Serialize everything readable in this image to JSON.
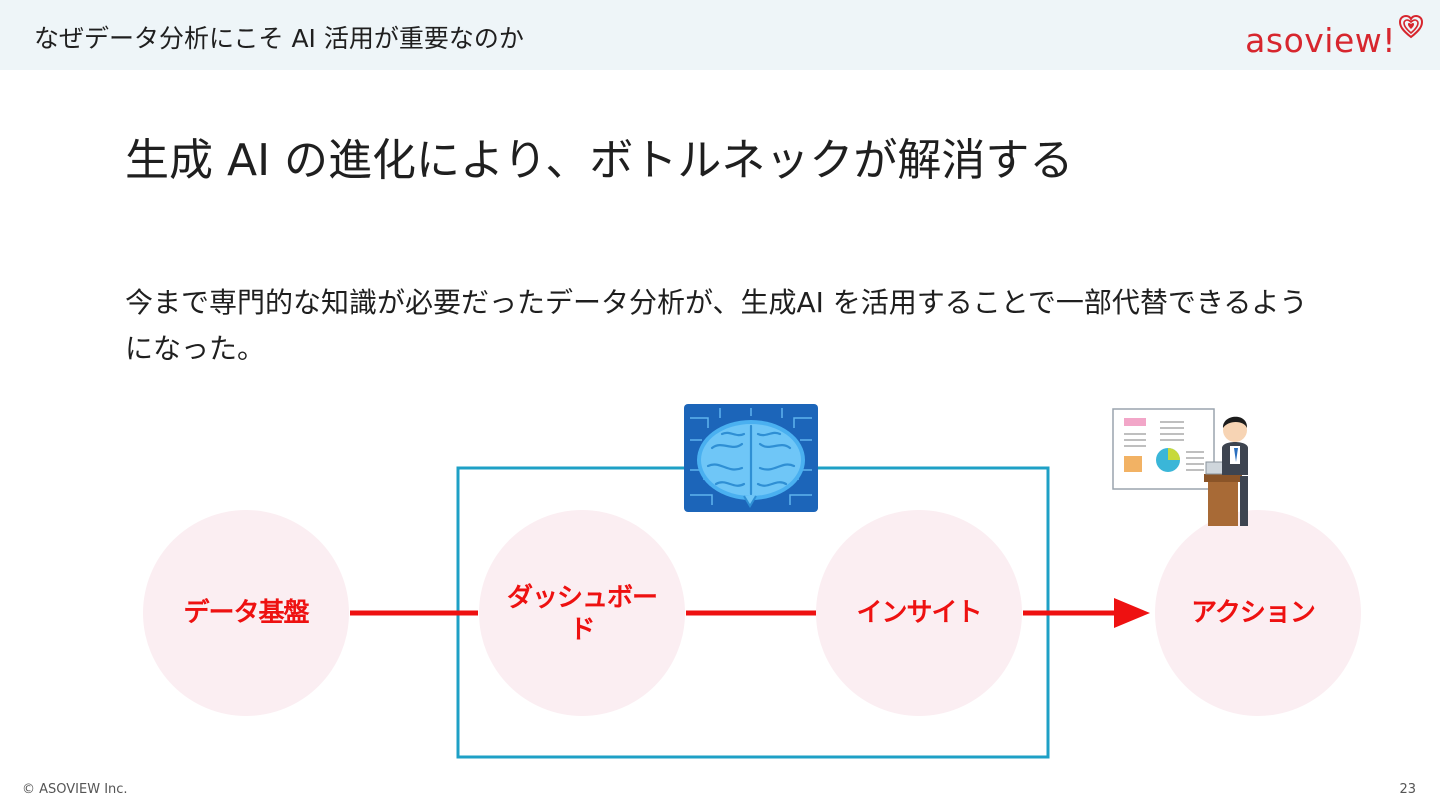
{
  "header": {
    "title": "なぜデータ分析にこそ AI 活用が重要なのか",
    "logo_text": "asoview!",
    "brand_color": "#d7262e"
  },
  "slide": {
    "title": "生成 AI の進化により、ボトルネックが解消する",
    "body": "今まで専門的な知識が必要だったデータ分析が、生成AI を活用することで一部代替できるようになった。"
  },
  "diagram": {
    "nodes": [
      {
        "label": "データ基盤"
      },
      {
        "label": "ダッシュボード"
      },
      {
        "label": "インサイト"
      },
      {
        "label": "アクション"
      }
    ],
    "node_fill": "#fbeef2",
    "label_color": "#ee1111",
    "arrow_color": "#ee1111",
    "frame_color": "#1ea0c6",
    "icons": [
      "ai-brain-icon",
      "presenter-icon"
    ]
  },
  "footer": {
    "copyright": "© ASOVIEW Inc.",
    "page": "23"
  }
}
